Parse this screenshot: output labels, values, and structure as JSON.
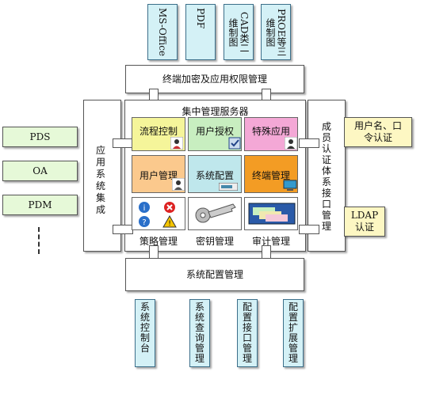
{
  "top_boxes": [
    "MS-Office",
    "PDF",
    "CAD类二维制图",
    "PROE等三维制图"
  ],
  "terminal_bar": "终端加密及应用权限管理",
  "server_title": "集中管理服务器",
  "app_integration": "应用系统集成",
  "member_auth": "成员认证体系接口管理",
  "tiles": {
    "process_control": "流程控制",
    "user_auth": "用户授权",
    "special_app": "特殊应用",
    "user_mgmt": "用户管理",
    "sys_config": "系统配置",
    "terminal_mgmt": "终端管理",
    "policy_mgmt": "策略管理",
    "key_mgmt": "密钥管理",
    "audit_mgmt": "审计管理"
  },
  "config_bar": "系统配置管理",
  "left_items": [
    "PDS",
    "OA",
    "PDM"
  ],
  "right_items": [
    "用户名、口令认证",
    "LDAP认证"
  ],
  "bottom_items": [
    "系统控制台",
    "系统查询管理",
    "配置接口管理",
    "配置扩展管理"
  ]
}
